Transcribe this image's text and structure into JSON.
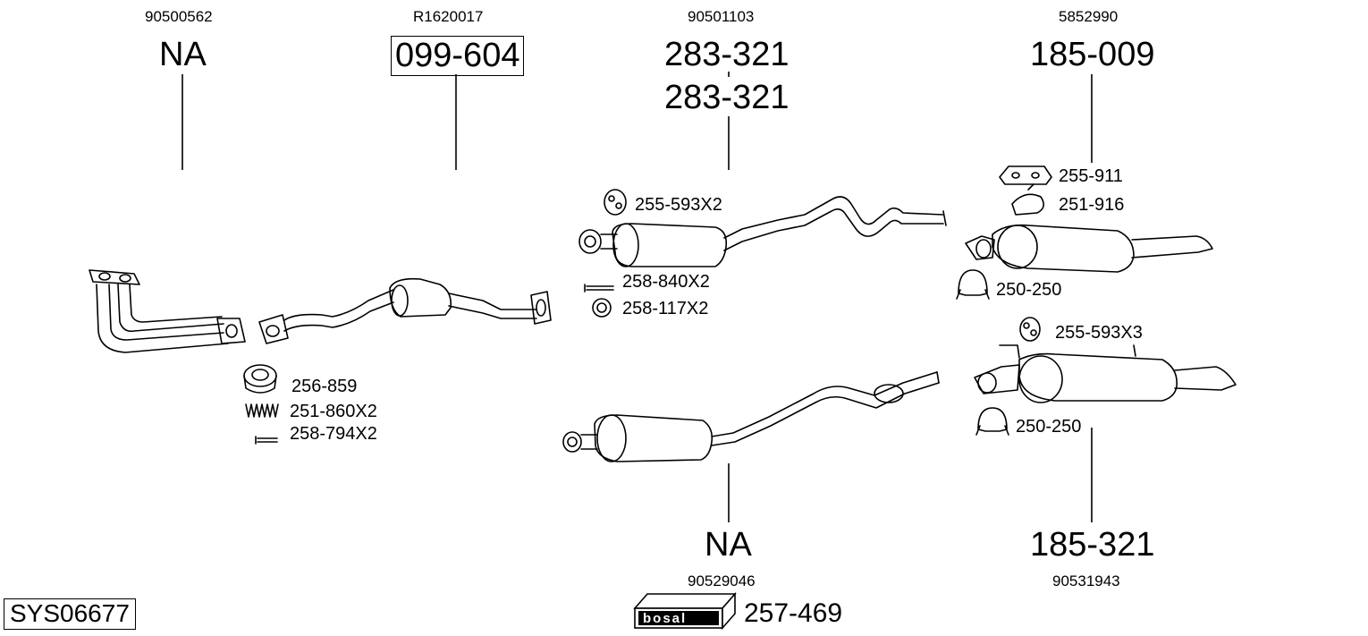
{
  "diagram": {
    "groups": [
      {
        "id": "g1",
        "oem": "90500562",
        "part": "NA",
        "boxed": false
      },
      {
        "id": "g2",
        "oem": "R1620017",
        "part": "099-604",
        "boxed": true
      },
      {
        "id": "g3",
        "oem": "90501103",
        "part": "283-321",
        "part2": "283-321",
        "boxed": false
      },
      {
        "id": "g4",
        "oem": "5852990",
        "part": "185-009",
        "boxed": false
      },
      {
        "id": "g5",
        "oem": "90529046",
        "part": "NA",
        "boxed": false
      },
      {
        "id": "g6",
        "oem": "90531943",
        "part": "185-321",
        "boxed": false
      }
    ],
    "accessories": [
      {
        "id": "a1",
        "label": "256-859",
        "icon": "gasket-ring-icon"
      },
      {
        "id": "a2",
        "label": "251-860X2",
        "icon": "spring-icon"
      },
      {
        "id": "a3",
        "label": "258-794X2",
        "icon": "bolt-icon"
      },
      {
        "id": "a4",
        "label": "255-593X2",
        "icon": "rubber-mount-icon"
      },
      {
        "id": "a5",
        "label": "258-840X2",
        "icon": "bolt-icon"
      },
      {
        "id": "a6",
        "label": "258-117X2",
        "icon": "ring-icon"
      },
      {
        "id": "a7",
        "label": "255-911",
        "icon": "bracket-icon"
      },
      {
        "id": "a8",
        "label": "251-916",
        "icon": "clamp-icon"
      },
      {
        "id": "a9",
        "label": "250-250",
        "icon": "clamp-icon"
      },
      {
        "id": "a10",
        "label": "255-593X3",
        "icon": "rubber-mount-icon"
      },
      {
        "id": "a11",
        "label": "250-250",
        "icon": "clamp-icon"
      }
    ],
    "system_code": "SYS06677",
    "brand": "bosal",
    "kit_code": "257-469"
  }
}
